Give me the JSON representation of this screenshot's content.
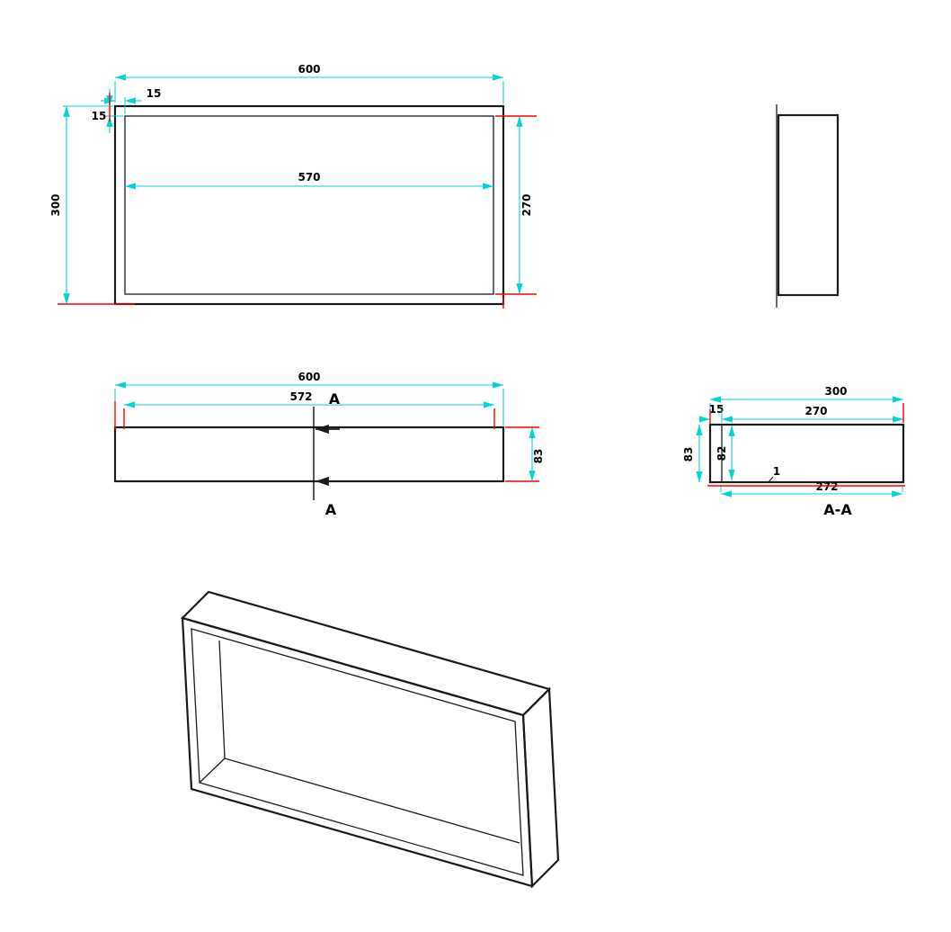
{
  "colors": {
    "geo": "#1a1a1a",
    "dim": "#00d4d4",
    "red": "#ff0000",
    "text": "#000000",
    "bg": "#ffffff"
  },
  "views": {
    "front": {
      "dim_width": "600",
      "dim_flange_top": "15",
      "dim_flange_left": "15",
      "dim_height": "300",
      "dim_inner_width": "570",
      "dim_inner_height": "270"
    },
    "top": {
      "dim_width": "600",
      "dim_inner_width": "572",
      "dim_depth": "83",
      "section_mark_top": "A",
      "section_mark_bottom": "A"
    },
    "section": {
      "dim_width": "300",
      "dim_flange": "15",
      "dim_inner_width": "270",
      "dim_depth": "83",
      "dim_inner_depth": "82",
      "dim_wall": "1",
      "dim_bottom_width": "272",
      "label": "A-A"
    }
  }
}
